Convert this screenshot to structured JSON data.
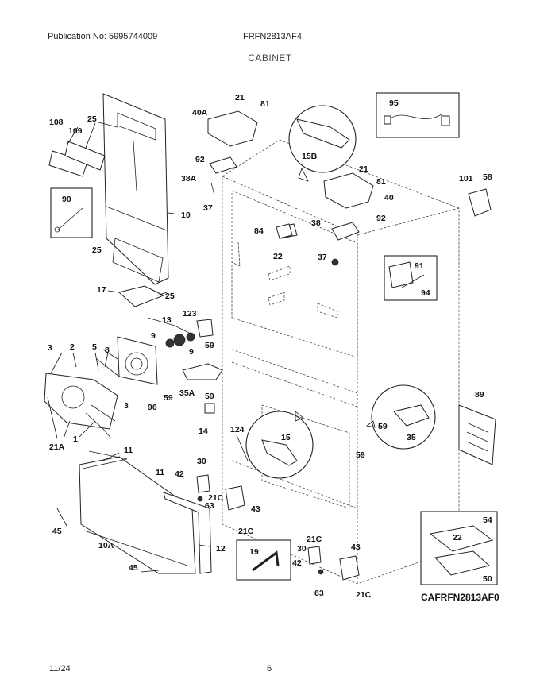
{
  "header": {
    "publication": "Publication No: 5995744009",
    "model": "FRFN2813AF4",
    "section": "CABINET"
  },
  "footer": {
    "date": "11/24",
    "page": "6"
  },
  "diagram": {
    "code": "CAFRFN2813AF0",
    "part_labels": [
      "21",
      "81",
      "40A",
      "108",
      "25",
      "109",
      "92",
      "38A",
      "37",
      "10",
      "90",
      "25",
      "17",
      "25",
      "13",
      "123",
      "9",
      "9",
      "3",
      "2",
      "5",
      "8",
      "3",
      "96",
      "59",
      "59",
      "35A",
      "59",
      "21A",
      "1",
      "11",
      "14",
      "124",
      "15",
      "11",
      "42",
      "30",
      "21C",
      "63",
      "43",
      "21C",
      "45",
      "10A",
      "12",
      "45",
      "19",
      "21C",
      "30",
      "42",
      "63",
      "43",
      "21C",
      "95",
      "15B",
      "21",
      "81",
      "40",
      "92",
      "38",
      "84",
      "22",
      "37",
      "91",
      "94",
      "101",
      "58",
      "89",
      "59",
      "35",
      "59",
      "54",
      "22",
      "50"
    ]
  }
}
